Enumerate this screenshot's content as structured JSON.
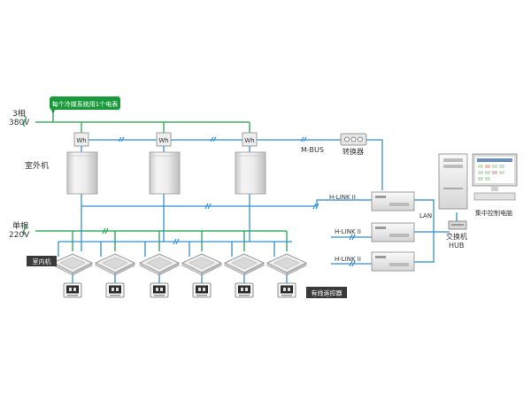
{
  "power": {
    "three_phase": [
      "3相",
      "380V"
    ],
    "single_phase": [
      "单相",
      "220V"
    ],
    "callout": "每个冷媒系统用1个电表"
  },
  "meter_label": "Wh",
  "outdoor_label": "室外机",
  "mbus": {
    "label": "M-BUS",
    "converter": "转换器"
  },
  "hlink_labels": [
    "H-LINK II",
    "H-LINK II",
    "H-LINK II"
  ],
  "lan_label": "LAN",
  "hub": {
    "line1": "交换机",
    "line2": "HUB"
  },
  "computer_label": "集中控制电脑",
  "indoor_label": "室内机",
  "controller_label": "有线遥控器",
  "colors": {
    "blue_line": "#2f8fd8",
    "green_line": "#22a84a",
    "green_callout": "#1a9a3a",
    "dark_tag": "#3a3a3a"
  }
}
